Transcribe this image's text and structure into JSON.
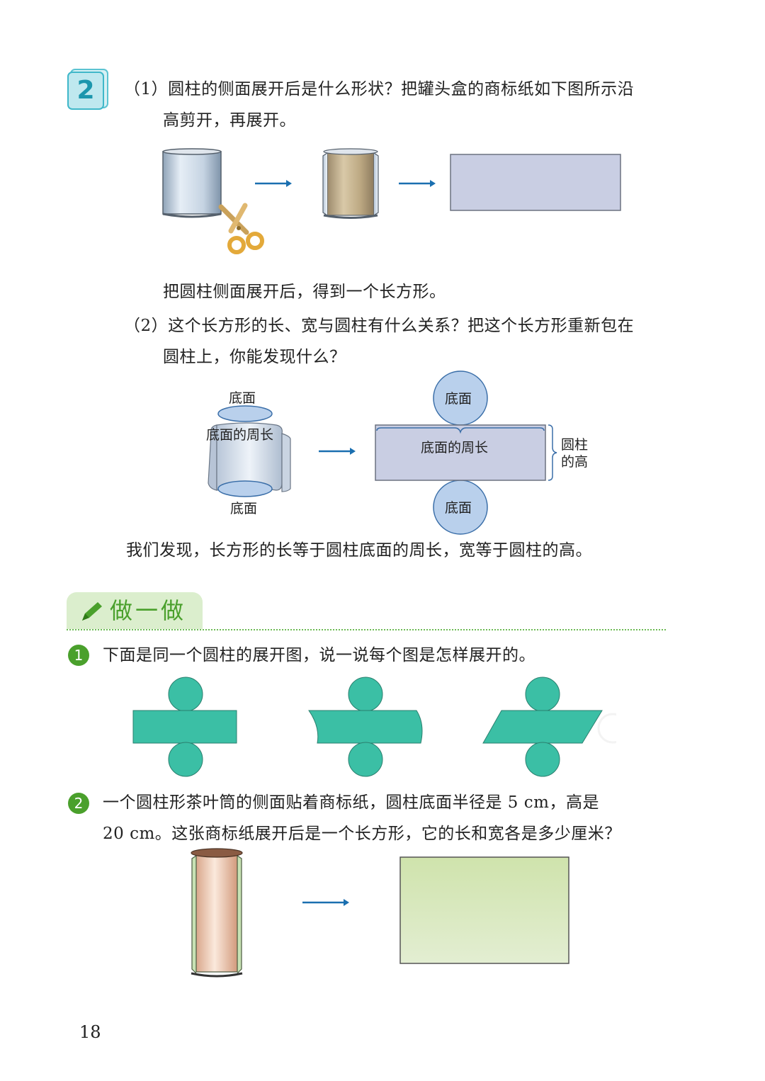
{
  "example": {
    "number": "2",
    "q1_line1": "（1）圆柱的侧面展开后是什么形状？把罐头盒的商标纸如下图所示沿",
    "q1_line2": "高剪开，再展开。",
    "conclusion1": "把圆柱侧面展开后，得到一个长方形。",
    "q2_line1": "（2）这个长方形的长、宽与圆柱有什么关系？把这个长方形重新包在",
    "q2_line2": "圆柱上，你能发现什么？",
    "diagram_labels": {
      "bottom_face_top": "底面",
      "base_perimeter_left": "底面的周长",
      "bottom_face_bottom": "底面",
      "circle_top": "底面",
      "base_perimeter_right": "底面的周长",
      "cylinder_height_line1": "圆柱",
      "cylinder_height_line2": "的高",
      "circle_bottom": "底面"
    },
    "conclusion2": "我们发现，长方形的长等于圆柱底面的周长，宽等于圆柱的高。"
  },
  "section": {
    "title": "做一做"
  },
  "exercises": [
    {
      "number": "1",
      "text": "下面是同一个圆柱的展开图，说一说每个图是怎样展开的。"
    },
    {
      "number": "2",
      "text_line1": "一个圆柱形茶叶筒的侧面贴着商标纸，圆柱底面半径是 5 cm，高是",
      "text_line2": "20 cm。这张商标纸展开后是一个长方形，它的长和宽各是多少厘米？"
    }
  ],
  "page_number": "18",
  "colors": {
    "accent_cyan": "#1b96ad",
    "accent_green": "#4aa02c",
    "arrow_blue": "#1a6fb0",
    "rect_lavender": "#c9cee3",
    "net_teal": "#3bbfa5",
    "tea_rect_green": "#d7e8bb"
  },
  "icons": [
    "pencil-icon",
    "scissors-icon"
  ]
}
